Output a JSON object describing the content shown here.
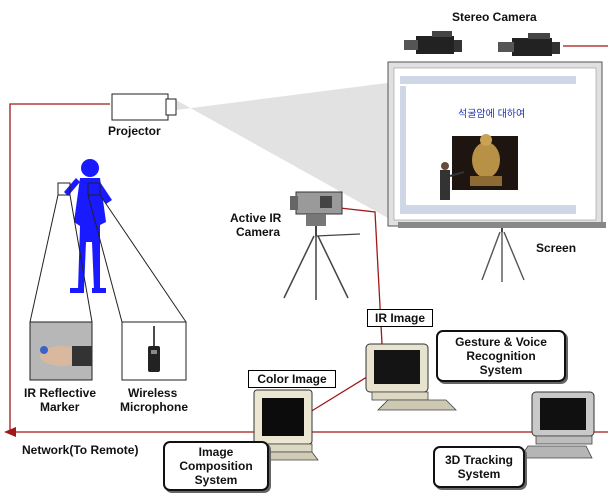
{
  "labels": {
    "stereo_camera": "Stereo Camera",
    "projector": "Projector",
    "active_ir_camera_1": "Active IR",
    "active_ir_camera_2": "Camera",
    "screen": "Screen",
    "ir_marker_1": "IR Reflective",
    "ir_marker_2": "Marker",
    "wireless_mic_1": "Wireless",
    "wireless_mic_2": "Microphone",
    "ir_image": "IR Image",
    "color_image": "Color Image",
    "gesture_voice_1": "Gesture & Voice",
    "gesture_voice_2": "Recognition",
    "gesture_voice_3": "System",
    "network": "Network(To Remote)",
    "image_composition_1": "Image",
    "image_composition_2": "Composition",
    "image_composition_3": "System",
    "tracking_1": "3D Tracking",
    "tracking_2": "System"
  },
  "screen_content": {
    "slide_title": "석굴암에 대하여"
  },
  "colors": {
    "link_line": "#a01818",
    "person": "#1a1aff",
    "panel_border": "#111111"
  }
}
